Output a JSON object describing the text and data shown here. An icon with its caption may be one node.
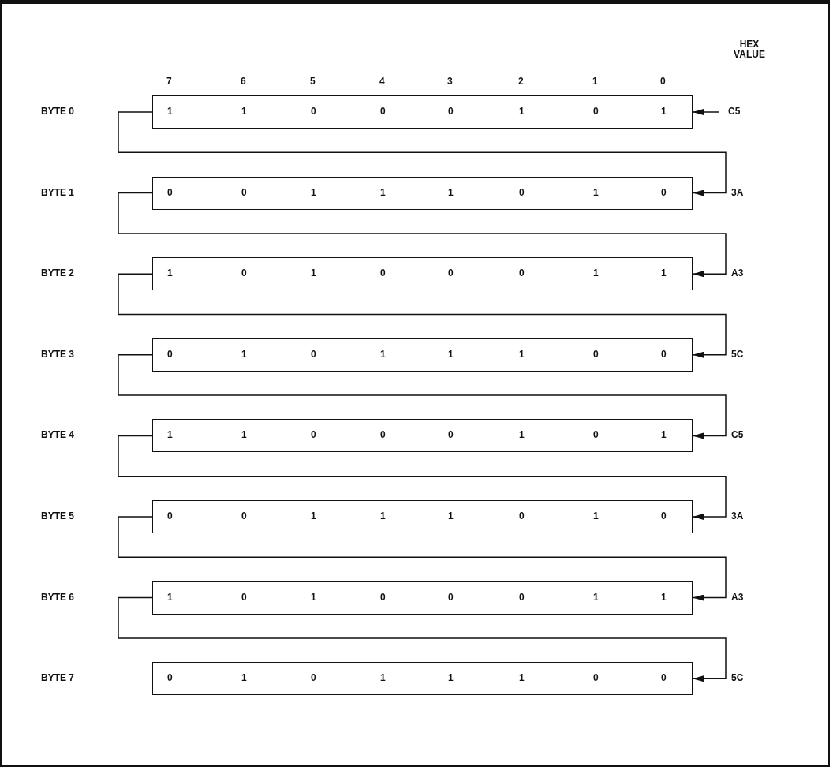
{
  "diagram": {
    "nodes": [
      {
        "text": [
          "1",
          "1",
          "0",
          "0",
          "0",
          "1",
          "0",
          "1"
        ]
      },
      {
        "text": [
          "0",
          "0",
          "1",
          "1",
          "1",
          "0",
          "1",
          "0"
        ]
      },
      {
        "text": [
          "1",
          "0",
          "1",
          "0",
          "0",
          "0",
          "1",
          "1"
        ]
      },
      {
        "text": [
          "0",
          "1",
          "0",
          "1",
          "1",
          "1",
          "0",
          "0"
        ]
      },
      {
        "text": [
          "1",
          "1",
          "0",
          "0",
          "0",
          "1",
          "0",
          "1"
        ]
      },
      {
        "text": [
          "0",
          "0",
          "1",
          "1",
          "1",
          "0",
          "1",
          "0"
        ]
      },
      {
        "text": [
          "1",
          "0",
          "1",
          "0",
          "0",
          "0",
          "1",
          "1"
        ]
      },
      {
        "text": [
          "0",
          "1",
          "0",
          "1",
          "1",
          "1",
          "0",
          "0"
        ]
      },
      {
        "text": [
          "C5"
        ]
      }
    ],
    "edges": [
      {
        "from": 8,
        "to": 0,
        "arrow": "to"
      },
      {
        "from": 0,
        "to": 1,
        "arrow": "to"
      },
      {
        "from": 1,
        "to": 2,
        "arrow": "to"
      },
      {
        "from": 2,
        "to": 3,
        "arrow": "to"
      },
      {
        "from": 3,
        "to": 4,
        "arrow": "to"
      },
      {
        "from": 4,
        "to": 5,
        "arrow": "to"
      },
      {
        "from": 5,
        "to": 6,
        "arrow": "to"
      },
      {
        "from": 6,
        "to": 7,
        "arrow": "to"
      }
    ],
    "labels": [
      "HEX VALUE",
      "7",
      "6",
      "5",
      "4",
      "3",
      "2",
      "1",
      "0",
      "BYTE 0",
      "BYTE 1",
      "3A",
      "BYTE 2",
      "A3",
      "BYTE 3",
      "5C",
      "BYTE 4",
      "C5",
      "BYTE 5",
      "3A",
      "BYTE 6",
      "A3",
      "BYTE 7",
      "5C"
    ]
  }
}
